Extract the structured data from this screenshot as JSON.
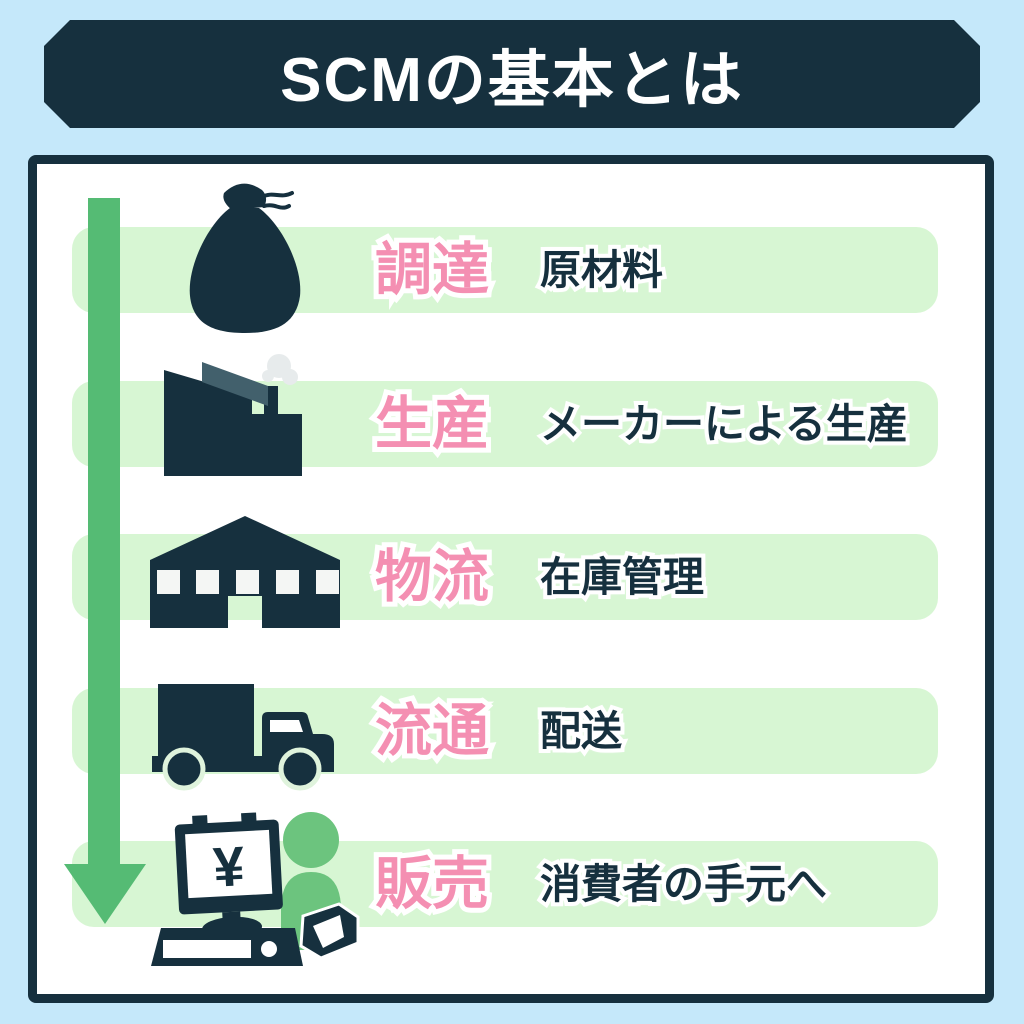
{
  "title": "SCMの基本とは",
  "colors": {
    "background": "#c5e8fa",
    "navy": "#16303e",
    "band_green": "#d7f6d3",
    "arrow_green": "#55bb74",
    "person_green": "#6cc47e",
    "pink": "#f48fb2",
    "slate": "#42606c",
    "smoke_gray": "#e7ebec"
  },
  "register_currency": "¥",
  "rows": [
    {
      "icon": "sack-icon",
      "label": "調達",
      "description": "原材料"
    },
    {
      "icon": "factory-icon",
      "label": "生産",
      "description": "メーカーによる生産"
    },
    {
      "icon": "warehouse-icon",
      "label": "物流",
      "description": "在庫管理"
    },
    {
      "icon": "truck-icon",
      "label": "流通",
      "description": "配送"
    },
    {
      "icon": "cash-register-icon",
      "label": "販売",
      "description": "消費者の手元へ"
    }
  ]
}
